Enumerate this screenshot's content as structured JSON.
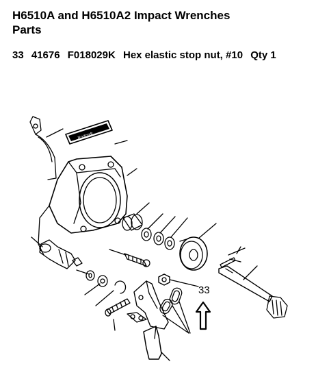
{
  "header": {
    "title_line1": "H6510A and H6510A2 Impact Wrenches",
    "title_line2": "Parts"
  },
  "part": {
    "item": "33",
    "number": "41676",
    "code": "F018029K",
    "description": "Hex elastic stop nut, #10",
    "qty": "Qty 1"
  },
  "diagram": {
    "callout": "33",
    "nameplate_text": "Rodcraft"
  },
  "colors": {
    "ink": "#000000",
    "background": "#ffffff"
  }
}
